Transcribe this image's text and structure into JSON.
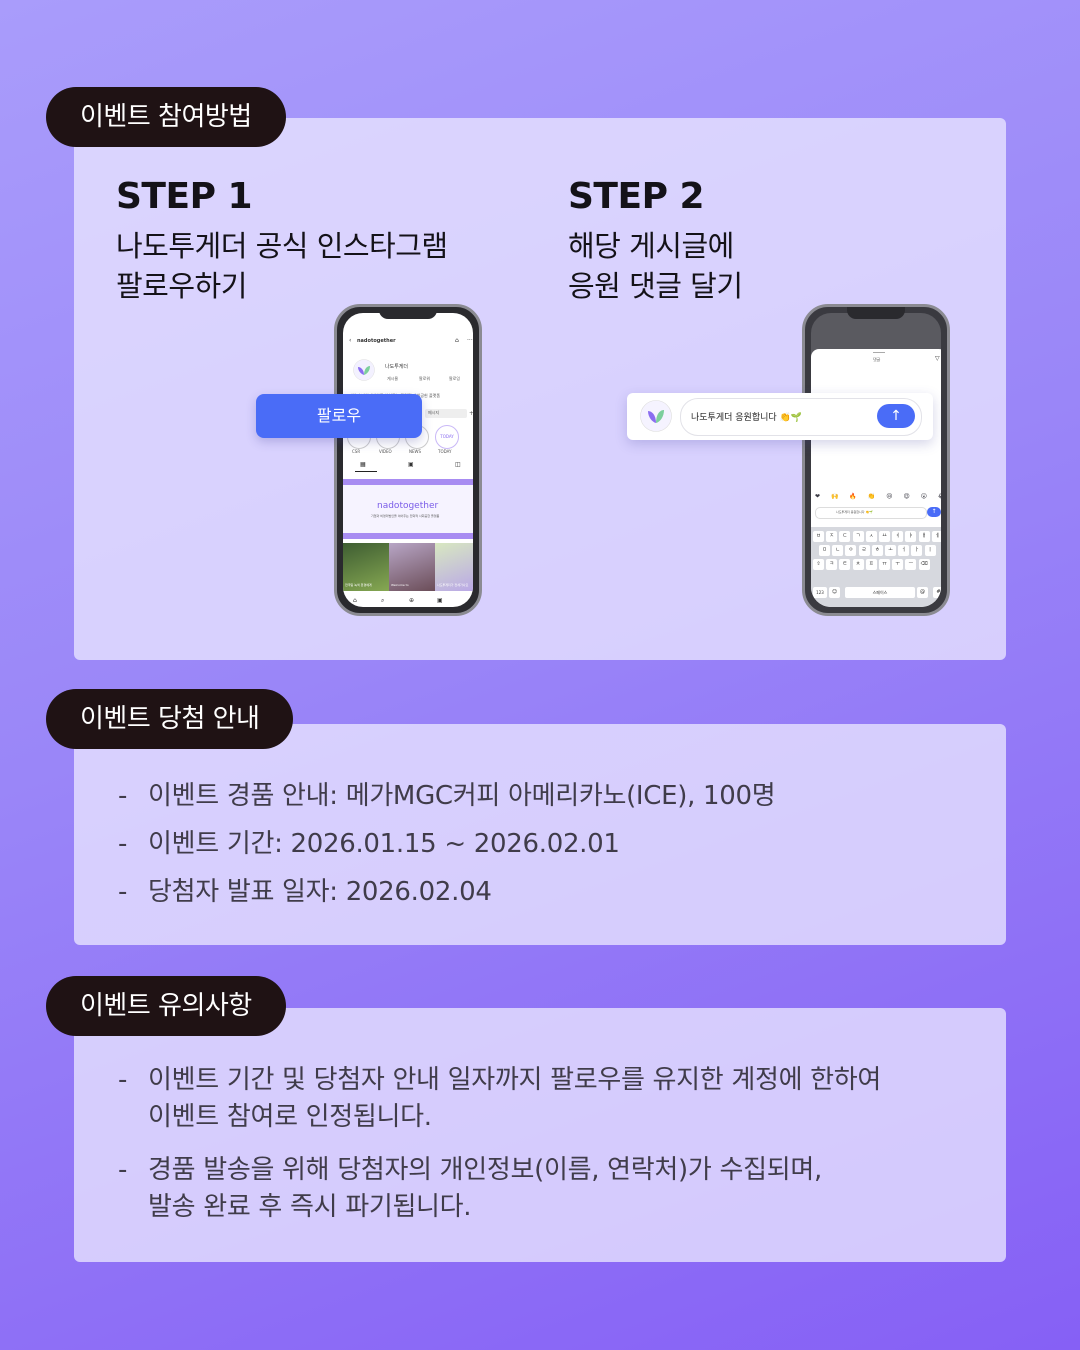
{
  "section1": {
    "pill": "이벤트 참여방법",
    "step1": {
      "title": "STEP 1",
      "desc_line1": "나도투게더 공식 인스타그램",
      "desc_line2": "팔로우하기",
      "follow_button": "팔로우",
      "profile_handle": "nadotogether",
      "profile_name": "나도투게더",
      "profile_stats": [
        "게시물",
        "팔로워",
        "팔로잉"
      ],
      "bio": "기업과 비영리법인을 이어주는 전략적 사회공헌 플랫폼",
      "message_button": "메시지",
      "highlights": [
        "CSR",
        "VIDEO",
        "NEWS",
        "TODAY"
      ],
      "banner_logo": "nadotogether",
      "banner_sub": "기업과 비영리법인을 이어주는 전략적 사회공헌 플랫폼",
      "tile_captions": [
        "전국팀 녹색 환경에게",
        "Welcome to",
        "나도투게더가 전세가나요"
      ]
    },
    "step2": {
      "title": "STEP 2",
      "desc_line1": "해당 게시글에",
      "desc_line2": "응원 댓글 달기",
      "comment_text": "나도투게더 응원합니다 👏🌱",
      "comments_header": "댓글",
      "emoji_row": [
        "❤",
        "🙌",
        "🔥",
        "👏",
        "😢",
        "😍",
        "😮",
        "😂"
      ],
      "keyboard_row1": [
        "ㅂ",
        "ㅈ",
        "ㄷ",
        "ㄱ",
        "ㅅ",
        "ㅛ",
        "ㅕ",
        "ㅑ",
        "ㅐ",
        "ㅔ"
      ],
      "keyboard_row2": [
        "ㅁ",
        "ㄴ",
        "ㅇ",
        "ㄹ",
        "ㅎ",
        "ㅗ",
        "ㅓ",
        "ㅏ",
        "ㅣ"
      ],
      "keyboard_row3": [
        "⇧",
        "ㅋ",
        "ㅌ",
        "ㅊ",
        "ㅍ",
        "ㅠ",
        "ㅜ",
        "ㅡ",
        "⌫"
      ],
      "key_123": "123",
      "key_space": "스페이스",
      "key_at": "@",
      "key_hash": "#"
    }
  },
  "section2": {
    "pill": "이벤트 당첨 안내",
    "items": [
      "이벤트 경품 안내: 메가MGC커피 아메리카노(ICE), 100명",
      "이벤트 기간: 2026.01.15 ~ 2026.02.01",
      "당첨자 발표 일자: 2026.02.04"
    ]
  },
  "section3": {
    "pill": "이벤트 유의사항",
    "item1_line1": "이벤트 기간 및 당첨자 안내 일자까지 팔로우를 유지한 계정에 한하여",
    "item1_line2": "이벤트 참여로 인정됩니다.",
    "item2_line1": "경품 발송을 위해 당첨자의 개인정보(이름, 연락처)가 수집되며,",
    "item2_line2": "발송 완료 후 즉시 파기됩니다."
  },
  "colors": {
    "pill_bg": "#1f1214",
    "follow_blue": "#4a6cf7",
    "accent_purple": "#9b7ef0"
  }
}
